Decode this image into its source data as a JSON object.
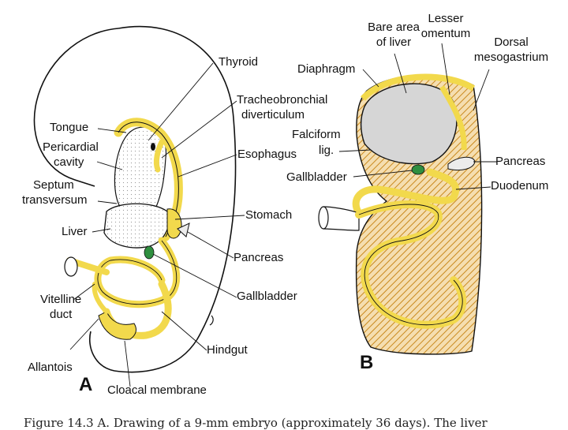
{
  "colors": {
    "yellow": "#f2d94c",
    "outline": "#111111",
    "gray": "#d6d6d6",
    "green": "#2f8f3f",
    "hatch": "#c9891e"
  },
  "panel_a": {
    "letter": "A",
    "labels": {
      "thyroid": "Thyroid",
      "tracheo": [
        "Tracheobronchial",
        "diverticulum"
      ],
      "tongue": "Tongue",
      "pericardial": [
        "Pericardial",
        "cavity"
      ],
      "esophagus": "Esophagus",
      "septum": [
        "Septum",
        "transversum"
      ],
      "stomach": "Stomach",
      "liver": "Liver",
      "pancreas": "Pancreas",
      "gallbladder": "Gallbladder",
      "vitelline": [
        "Vitelline",
        "duct"
      ],
      "allantois": "Allantois",
      "hindgut": "Hindgut",
      "cloacal": "Cloacal membrane"
    }
  },
  "panel_b": {
    "letter": "B",
    "labels": {
      "bare": [
        "Bare area",
        "of liver"
      ],
      "lesser": [
        "Lesser",
        "omentum"
      ],
      "dorsal": [
        "Dorsal",
        "mesogastrium"
      ],
      "diaphragm": "Diaphragm",
      "falciform": [
        "Falciform",
        "lig."
      ],
      "pancreas": "Pancreas",
      "gallbladder": "Gallbladder",
      "duodenum": "Duodenum"
    }
  },
  "caption": "Figure 14.3 A. Drawing of a 9-mm embryo (approximately 36 days). The liver"
}
